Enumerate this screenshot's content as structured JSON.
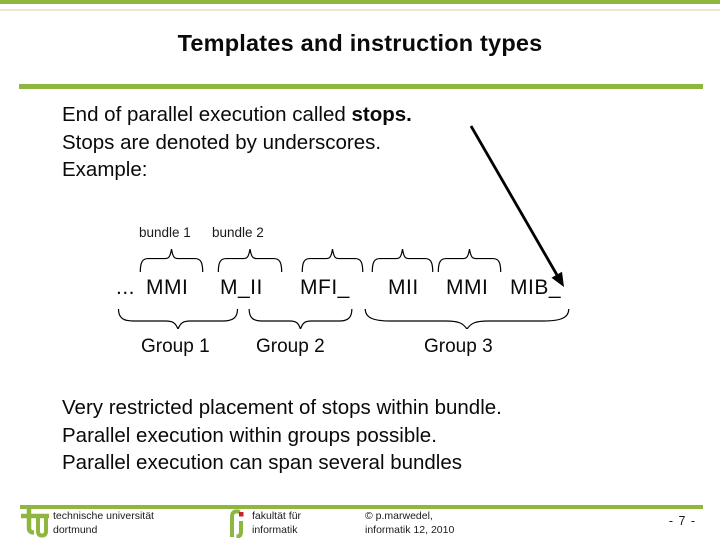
{
  "slide": {
    "title": "Templates and instruction types",
    "page_number": "- 7 -",
    "colors": {
      "accent_green": "#8fb63e",
      "text_black": "#0a0a0a",
      "logo_red": "#cc2229",
      "cream_line": "#ede6cd"
    }
  },
  "paragraph1": {
    "line1_normal": "End of parallel execution called ",
    "line1_bold": "stops.",
    "line2": "Stops are denoted by underscores.",
    "line3": "Example:"
  },
  "diagram": {
    "bundle_labels": [
      "bundle 1",
      "bundle 2"
    ],
    "instructions": [
      "...",
      "MMI",
      "M_II",
      "MFI_",
      "MII",
      "MMI",
      "MIB_"
    ],
    "group_labels": [
      "Group 1",
      "Group 2",
      "Group 3"
    ]
  },
  "paragraph2": {
    "line1": "Very restricted placement of stops within bundle.",
    "line2": "Parallel execution within groups possible.",
    "line3": "Parallel execution can span several bundles"
  },
  "footer": {
    "university_line1": "technische universität",
    "university_line2": "dortmund",
    "faculty_line1": "fakultät für",
    "faculty_line2": "informatik",
    "copyright_line1": "© p.marwedel,",
    "copyright_line2": "informatik 12,  2010"
  }
}
